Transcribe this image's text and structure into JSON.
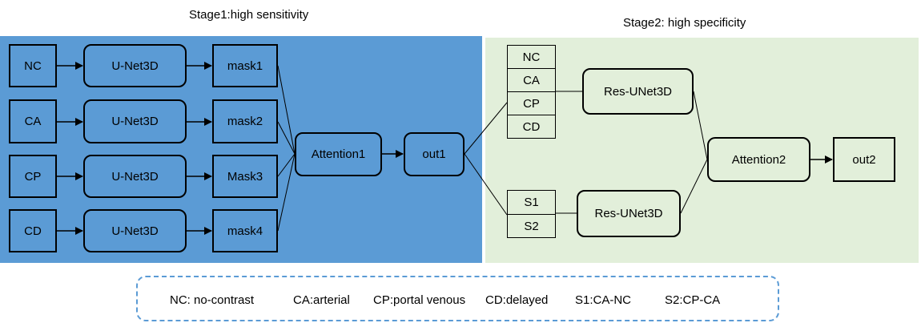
{
  "stage1": {
    "title": "Stage1:high sensitivity",
    "inputs": [
      "NC",
      "CA",
      "CP",
      "CD"
    ],
    "networks": [
      "U-Net3D",
      "U-Net3D",
      "U-Net3D",
      "U-Net3D"
    ],
    "masks": [
      "mask1",
      "mask2",
      "Mask3",
      "mask4"
    ],
    "attention": "Attention1",
    "output": "out1"
  },
  "stage2": {
    "title": "Stage2:  high specificity",
    "phases": [
      "NC",
      "CA",
      "CP",
      "CD"
    ],
    "subtractions": [
      "S1",
      "S2"
    ],
    "network_top": "Res-UNet3D",
    "network_bottom": "Res-UNet3D",
    "attention": "Attention2",
    "output": "out2"
  },
  "legend": {
    "nc": "NC:  no-contrast",
    "ca": "CA:arterial",
    "cp": "CP:portal venous",
    "cd": "CD:delayed",
    "s1": "S1:CA-NC",
    "s2": "S2:CP-CA"
  },
  "colors": {
    "stage1_background": "#5b9bd5",
    "stage2_background": "#e2efda",
    "legend_border": "#5b9bd5"
  }
}
